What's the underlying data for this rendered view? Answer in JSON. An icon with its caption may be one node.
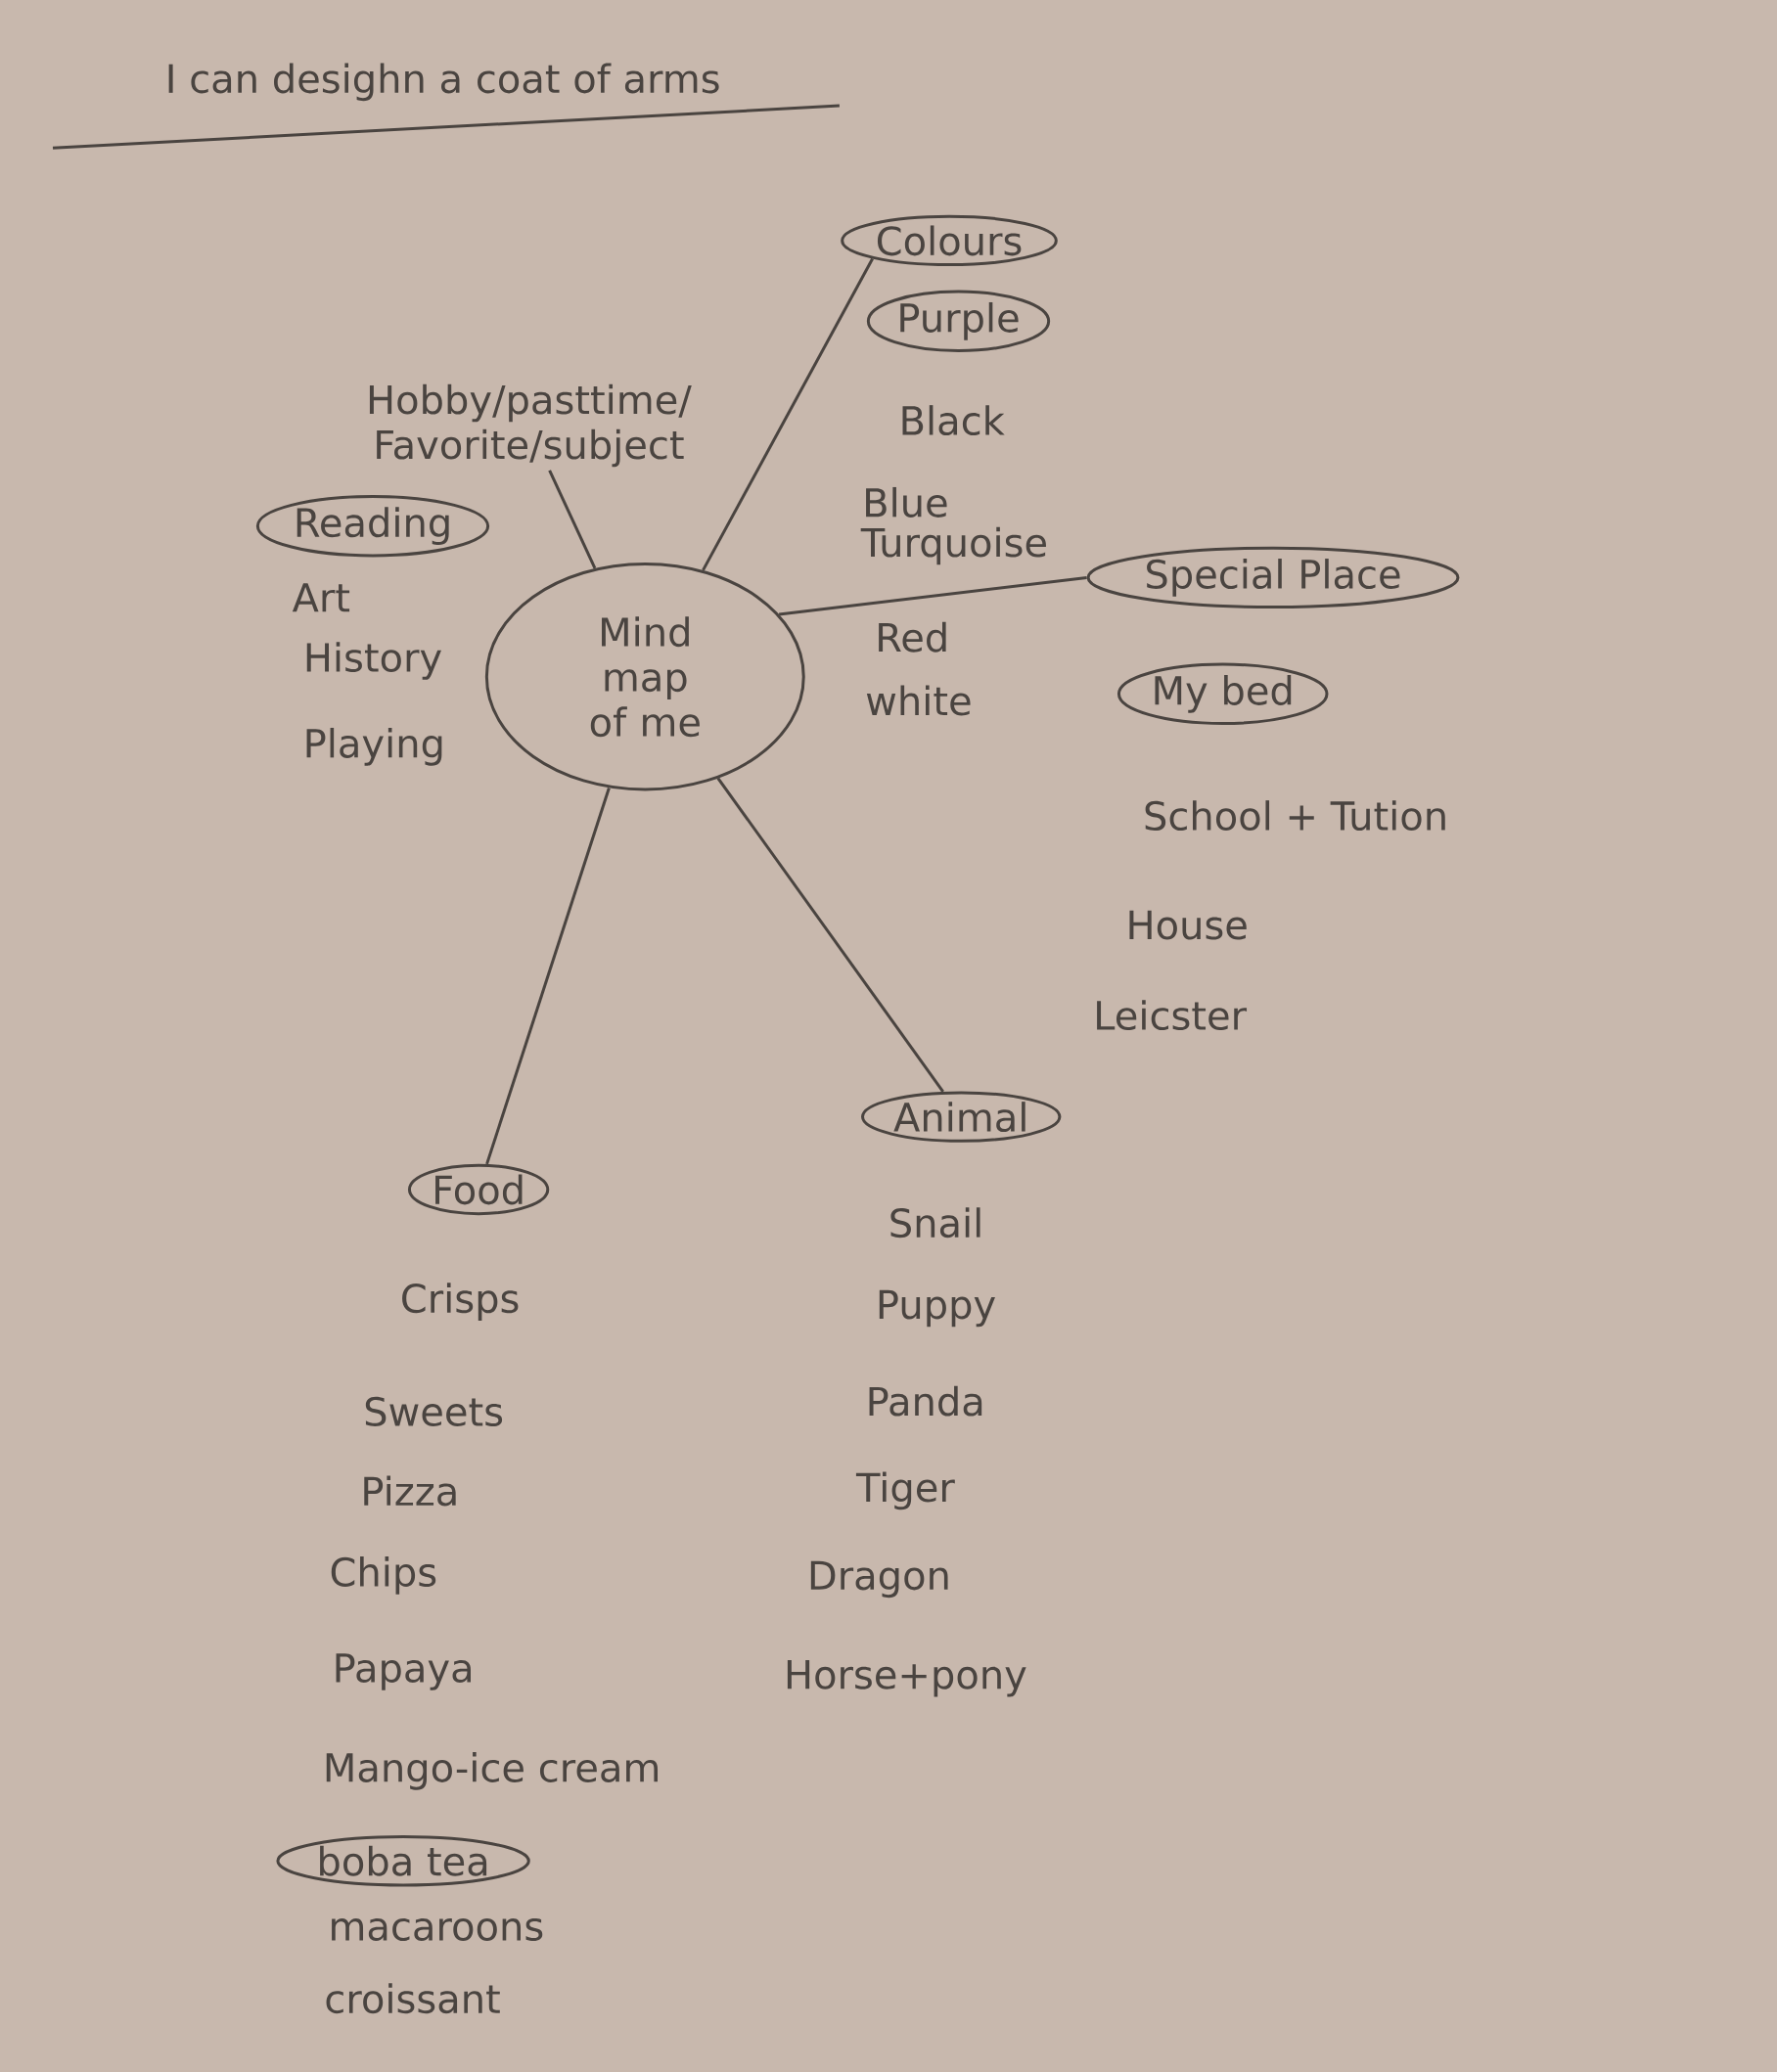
{
  "diagram": {
    "title": "I can desighn a coat of arms",
    "nodes": [
      {
        "text": [
          "Mind map of me"
        ]
      },
      {
        "text": [
          "Hobby/pasttime/ Favorite/subject"
        ]
      },
      {
        "text": [
          "Reading"
        ]
      },
      {
        "text": [
          "Colours"
        ]
      },
      {
        "text": [
          "Purple"
        ]
      },
      {
        "text": [
          "Special Place"
        ]
      },
      {
        "text": [
          "My bed"
        ]
      },
      {
        "text": [
          "Animal"
        ]
      },
      {
        "text": [
          "Food"
        ]
      },
      {
        "text": [
          "boba tea"
        ]
      }
    ],
    "edges": [
      {
        "from": 0,
        "to": 1,
        "arrow": "none"
      },
      {
        "from": 0,
        "to": 3,
        "arrow": "none"
      },
      {
        "from": 0,
        "to": 5,
        "arrow": "none"
      },
      {
        "from": 0,
        "to": 7,
        "arrow": "none"
      },
      {
        "from": 0,
        "to": 8,
        "arrow": "none"
      }
    ],
    "labels": [
      "Art",
      "History",
      "Playing",
      "Black",
      "Blue",
      "Turquoise",
      "Red",
      "white",
      "School + Tution",
      "House",
      "Leicster",
      "Snail",
      "Puppy",
      "Panda",
      "Tiger",
      "Dragon",
      "Horse+pony",
      "Crisps",
      "Sweets",
      "Pizza",
      "Chips",
      "Papaya",
      "Mango-ice cream",
      "macaroons",
      "croissant"
    ]
  }
}
